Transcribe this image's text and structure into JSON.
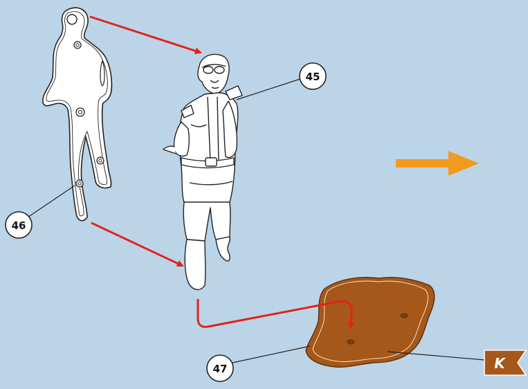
{
  "callouts": {
    "part_45": "45",
    "part_46": "46",
    "part_47": "47"
  },
  "next_step_flag": "K",
  "colors": {
    "background": "#bcd4e8",
    "assembly_arrow": "#e2231a",
    "next_arrow": "#f39a1e",
    "base": "#a5581a",
    "base_dark": "#5a2f0c",
    "flag": "#a5581a"
  },
  "icons": {
    "next_arrow": "right-arrow-icon",
    "flag": "flag-icon"
  }
}
